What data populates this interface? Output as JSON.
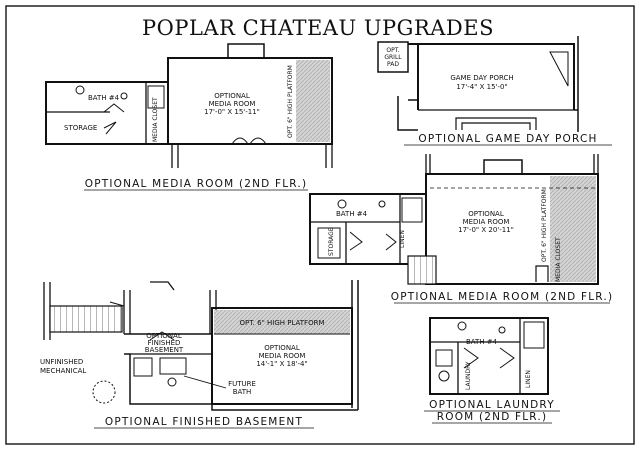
{
  "title": "POPLAR CHATEAU UPGRADES",
  "plans": {
    "media_2nd_a": {
      "caption": "OPTIONAL MEDIA ROOM (2ND FLR.)",
      "room_name_1": "OPTIONAL",
      "room_name_2": "MEDIA ROOM",
      "room_dims": "17'-0\" X 15'-11\"",
      "bath": "BATH #4",
      "storage": "STORAGE",
      "closet": "MEDIA CLOSET",
      "platform": "OPT. 6\" HIGH PLATFORM"
    },
    "game_day_porch": {
      "caption": "OPTIONAL GAME DAY PORCH",
      "room_name": "GAME DAY PORCH",
      "room_dims": "17'-4\" X 15'-0\"",
      "grill_1": "OPT.",
      "grill_2": "GRILL",
      "grill_3": "PAD"
    },
    "media_2nd_b": {
      "caption": "OPTIONAL MEDIA ROOM (2ND FLR.)",
      "room_name_1": "OPTIONAL",
      "room_name_2": "MEDIA ROOM",
      "room_dims": "17'-0\" X 20'-11\"",
      "bath": "BATH #4",
      "storage": "STORAGE",
      "linen": "LINEN",
      "closet": "MEDIA CLOSET",
      "platform": "OPT. 6\" HIGH PLATFORM"
    },
    "finished_basement": {
      "caption": "OPTIONAL FINISHED BASEMENT",
      "platform": "OPT. 6\" HIGH PLATFORM",
      "room_name_1": "OPTIONAL",
      "room_name_2": "MEDIA ROOM",
      "room_dims": "14'-1\" X 18'-4\"",
      "basement_1": "OPTIONAL",
      "basement_2": "FINISHED",
      "basement_3": "BASEMENT",
      "unfinished_1": "UNFINISHED",
      "unfinished_2": "MECHANICAL",
      "future_1": "FUTURE",
      "future_2": "BATH"
    },
    "laundry": {
      "caption_1": "OPTIONAL LAUNDRY",
      "caption_2": "ROOM (2ND FLR.)",
      "bath": "BATH #4",
      "laundry": "LAUNDRY",
      "linen": "LINEN"
    }
  }
}
